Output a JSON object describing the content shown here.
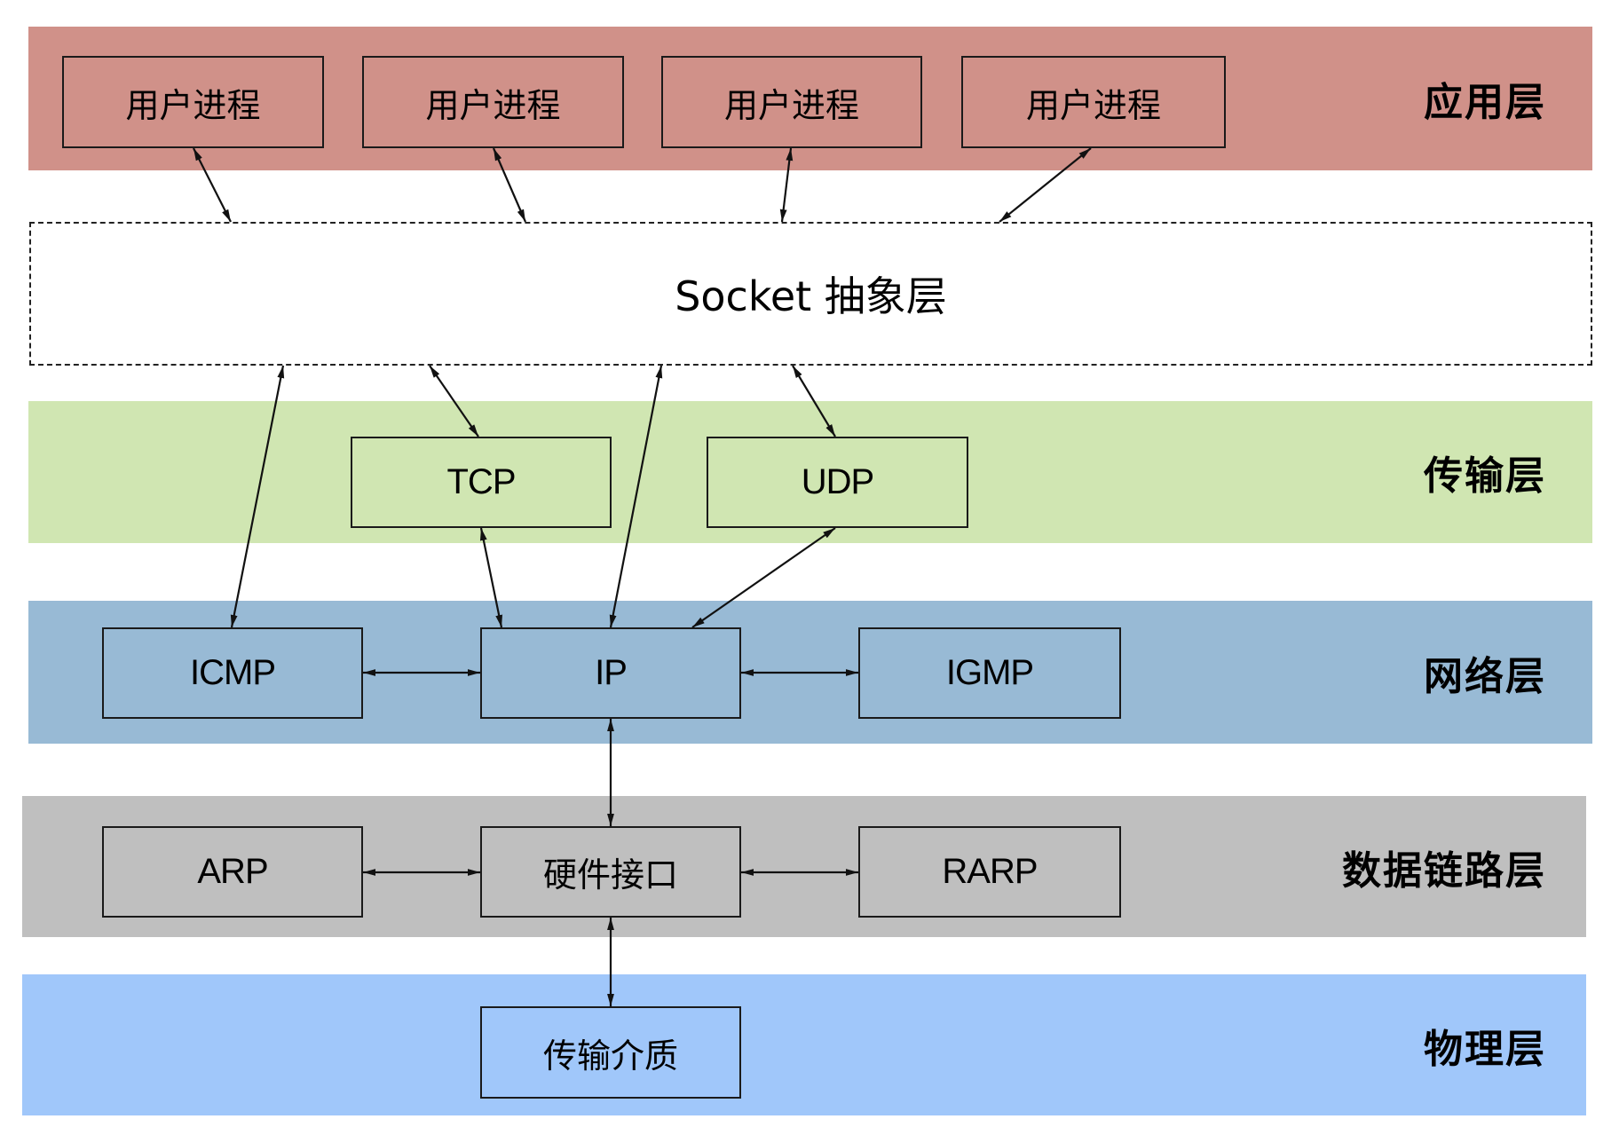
{
  "title": "TCP/IP 协议栈与 Socket 抽象层",
  "colors": {
    "application": "#D09189",
    "transport": "#D0E6B2",
    "network": "#98BAD5",
    "datalink": "#BFBFBF",
    "physical": "#A0C7FA",
    "stroke": "#1a1a1a"
  },
  "layers": {
    "application": {
      "label": "应用层"
    },
    "socket": {
      "label": "Socket 抽象层"
    },
    "transport": {
      "label": "传输层"
    },
    "network": {
      "label": "网络层"
    },
    "datalink": {
      "label": "数据链路层"
    },
    "physical": {
      "label": "物理层"
    }
  },
  "nodes": {
    "proc1": {
      "label": "用户进程",
      "layer": "application"
    },
    "proc2": {
      "label": "用户进程",
      "layer": "application"
    },
    "proc3": {
      "label": "用户进程",
      "layer": "application"
    },
    "proc4": {
      "label": "用户进程",
      "layer": "application"
    },
    "tcp": {
      "label": "TCP",
      "layer": "transport"
    },
    "udp": {
      "label": "UDP",
      "layer": "transport"
    },
    "icmp": {
      "label": "ICMP",
      "layer": "network"
    },
    "ip": {
      "label": "IP",
      "layer": "network"
    },
    "igmp": {
      "label": "IGMP",
      "layer": "network"
    },
    "arp": {
      "label": "ARP",
      "layer": "datalink"
    },
    "hw": {
      "label": "硬件接口",
      "layer": "datalink"
    },
    "rarp": {
      "label": "RARP",
      "layer": "datalink"
    },
    "medium": {
      "label": "传输介质",
      "layer": "physical"
    }
  },
  "connections": [
    {
      "from": "proc1",
      "to": "socket",
      "bidirectional": true
    },
    {
      "from": "proc2",
      "to": "socket",
      "bidirectional": true
    },
    {
      "from": "proc3",
      "to": "socket",
      "bidirectional": true
    },
    {
      "from": "proc4",
      "to": "socket",
      "bidirectional": true
    },
    {
      "from": "socket",
      "to": "icmp",
      "bidirectional": true
    },
    {
      "from": "socket",
      "to": "tcp",
      "bidirectional": true
    },
    {
      "from": "socket",
      "to": "ip",
      "bidirectional": true
    },
    {
      "from": "socket",
      "to": "udp",
      "bidirectional": true
    },
    {
      "from": "tcp",
      "to": "ip",
      "bidirectional": true
    },
    {
      "from": "udp",
      "to": "ip",
      "bidirectional": true
    },
    {
      "from": "icmp",
      "to": "ip",
      "bidirectional": true
    },
    {
      "from": "ip",
      "to": "igmp",
      "bidirectional": true
    },
    {
      "from": "ip",
      "to": "hw",
      "bidirectional": true
    },
    {
      "from": "arp",
      "to": "hw",
      "bidirectional": true
    },
    {
      "from": "hw",
      "to": "rarp",
      "bidirectional": true
    },
    {
      "from": "hw",
      "to": "medium",
      "bidirectional": true
    }
  ]
}
